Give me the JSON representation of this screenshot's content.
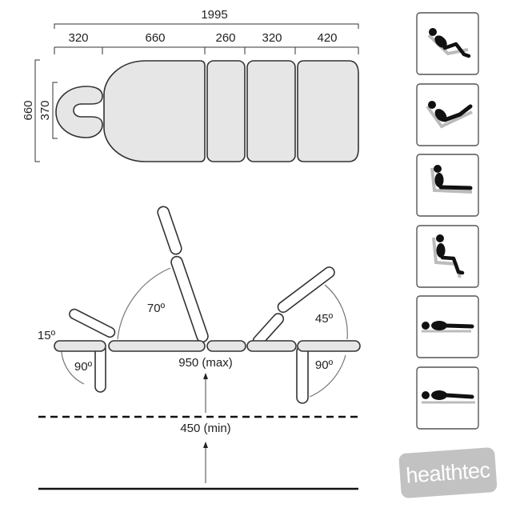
{
  "top_view": {
    "total_length": "1995",
    "segments": [
      "320",
      "660",
      "260",
      "320",
      "420"
    ],
    "total_width": "660",
    "head_width": "370"
  },
  "side_view": {
    "angles": {
      "head_up": "15º",
      "head_down": "90º",
      "back_rest": "70º",
      "leg_up": "45º",
      "leg_down": "90º"
    },
    "height_max": "950 (max)",
    "height_min": "450 (min)"
  },
  "positions": [
    {
      "name": "reclined-knees-bent"
    },
    {
      "name": "reclined-legs-raised"
    },
    {
      "name": "sitting-legs-straight"
    },
    {
      "name": "sitting-chair"
    },
    {
      "name": "flat-lying"
    },
    {
      "name": "flat-lying-low"
    }
  ],
  "brand": {
    "logo_text": "healthtec",
    "logo_bg": "#c2c2c2"
  },
  "colors": {
    "pad_fill": "#e6e6e6",
    "outline": "#333333"
  }
}
